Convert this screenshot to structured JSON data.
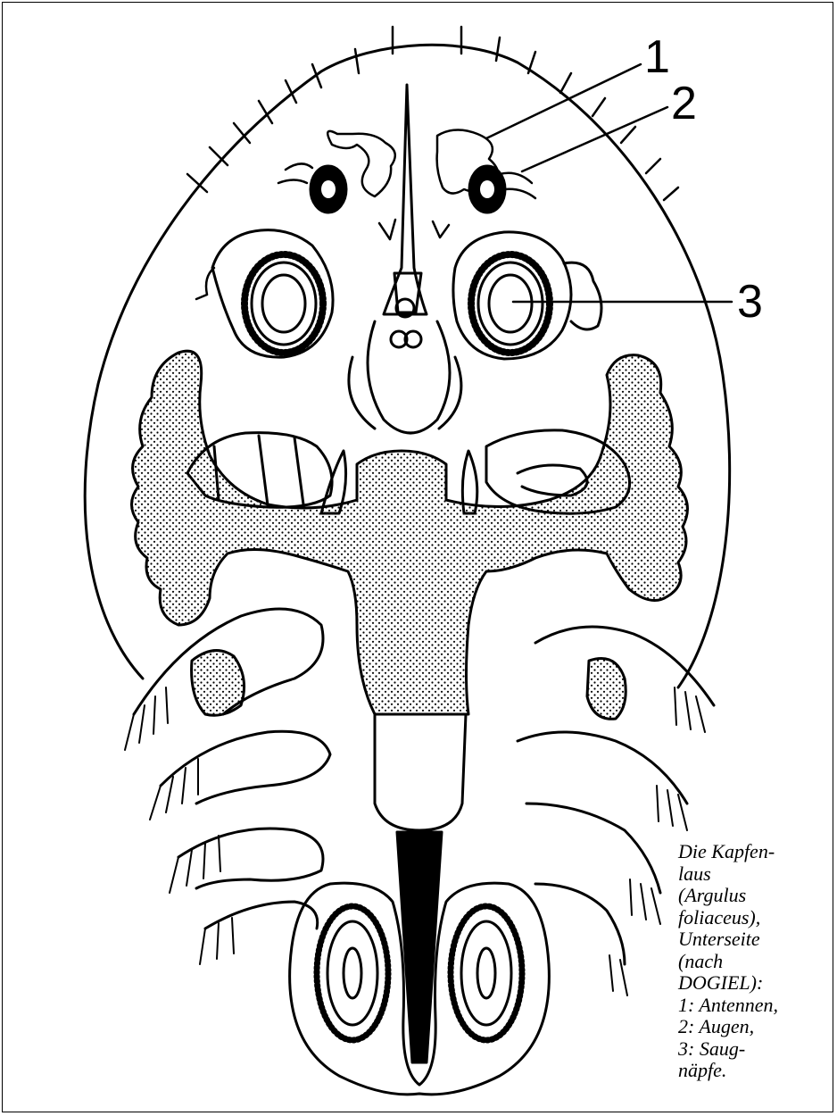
{
  "labels": {
    "one": "1",
    "two": "2",
    "three": "3"
  },
  "caption": {
    "lines": [
      "Die Kapfen-",
      "laus",
      "(Argulus",
      "foliaceus),",
      "Unterseite",
      "(nach",
      "DOGIEL):",
      "1: Antennen,",
      "2: Augen,",
      "3: Saug-",
      "näpfe."
    ]
  },
  "colors": {
    "ink": "#000000",
    "paper": "#ffffff"
  }
}
